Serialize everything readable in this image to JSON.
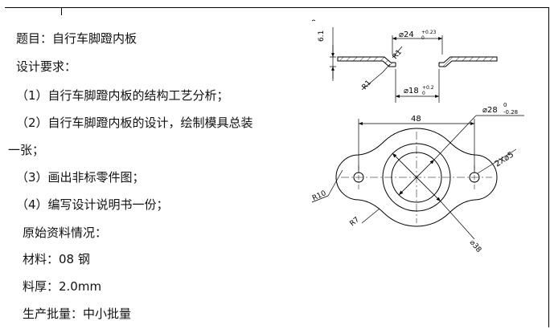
{
  "document": {
    "title": "题目：自行车脚蹬内板",
    "requirements_heading": "设计要求：",
    "items": [
      "（1）自行车脚蹬内板的结构工艺分析；",
      "（2）自行车脚蹬内板的设计，绘制模具总装",
      "一张；",
      "（3）画出非标零件图；",
      "（4）编写设计说明书一份；"
    ],
    "original_data_heading": "原始资料情况：",
    "material": "材料：08 钢",
    "thickness": "料厚：2.0mm",
    "production": "生产批量：中小批量"
  },
  "drawing": {
    "side_view": {
      "height_label": "6.1",
      "top_diameter": "⌀24",
      "top_tol_upper": "+0.23",
      "top_tol_lower": "0",
      "radius_top": "R1",
      "radius_bottom": "R1",
      "bottom_diameter": "⌀18",
      "bottom_tol_upper": "+0.2",
      "bottom_tol_lower": "0"
    },
    "plan_view": {
      "outer_diameter": "⌀28",
      "outer_tol_upper": "0",
      "outer_tol_lower": "-0.28",
      "center_distance": "48",
      "hole_spec": "2X⌀5",
      "radius_lobe": "R10",
      "radius_fillet": "R7",
      "boss_diameter": "⌀38"
    }
  }
}
